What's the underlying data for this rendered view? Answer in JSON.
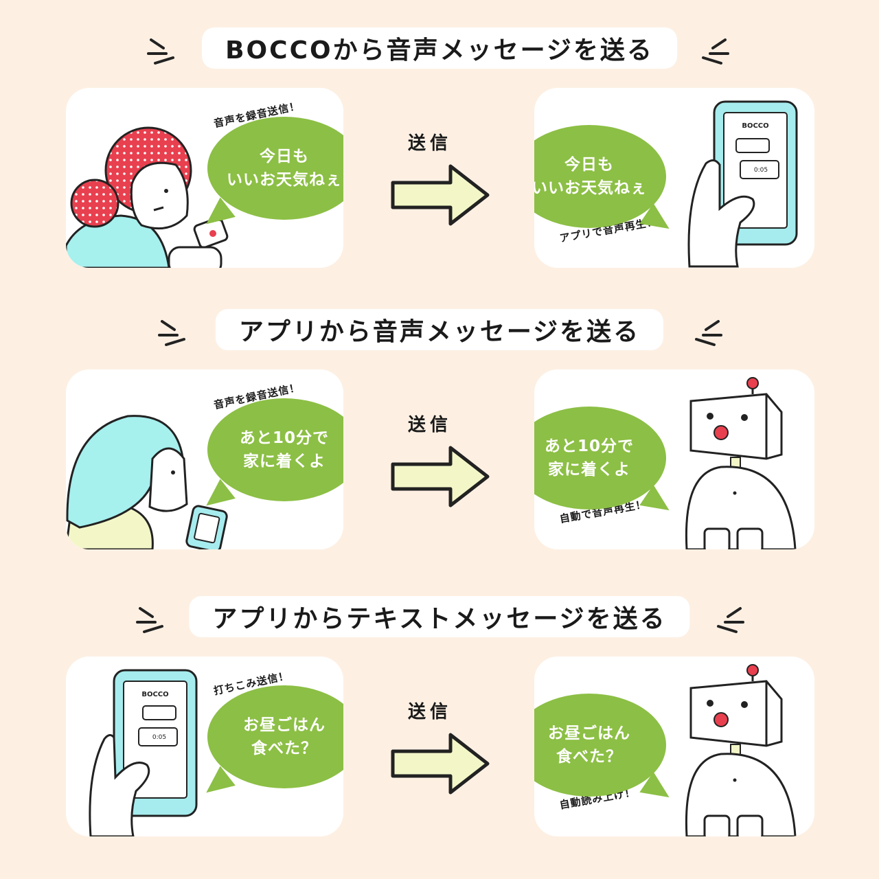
{
  "sections": [
    {
      "title": "BOCCOから音声メッセージを送る",
      "left": {
        "note": "音声を録音送信！",
        "bubble_lines": [
          "今日も",
          "いいお天気ねぇ"
        ]
      },
      "send_label": "送信",
      "right": {
        "note": "アプリで音声再生！",
        "bubble_lines": [
          "今日も",
          "いいお天気ねぇ"
        ],
        "phone_header": "BOCCO",
        "phone_time": "0:05"
      }
    },
    {
      "title": "アプリから音声メッセージを送る",
      "left": {
        "note": "音声を録音送信！",
        "bubble_lines": [
          "あと10分で",
          "家に着くよ"
        ]
      },
      "send_label": "送信",
      "right": {
        "note": "自動で音声再生！",
        "bubble_lines": [
          "あと10分で",
          "家に着くよ"
        ]
      }
    },
    {
      "title": "アプリからテキストメッセージを送る",
      "left": {
        "note": "打ちこみ送信！",
        "bubble_lines": [
          "お昼ごはん",
          "食べた？"
        ],
        "phone_header": "BOCCO",
        "phone_time": "0:05"
      },
      "send_label": "送信",
      "right": {
        "note": "自動読み上げ！",
        "bubble_lines": [
          "お昼ごはん",
          "食べた？"
        ]
      }
    }
  ],
  "colors": {
    "background": "#fdf0e3",
    "bubble_green": "#8cbf45",
    "arrow_fill": "#f3f7c8",
    "hair_red": "#e8404f",
    "hair_cyan": "#a6f0ee",
    "phone_cyan": "#a6ecee",
    "robot_nose_red": "#e8404f"
  }
}
